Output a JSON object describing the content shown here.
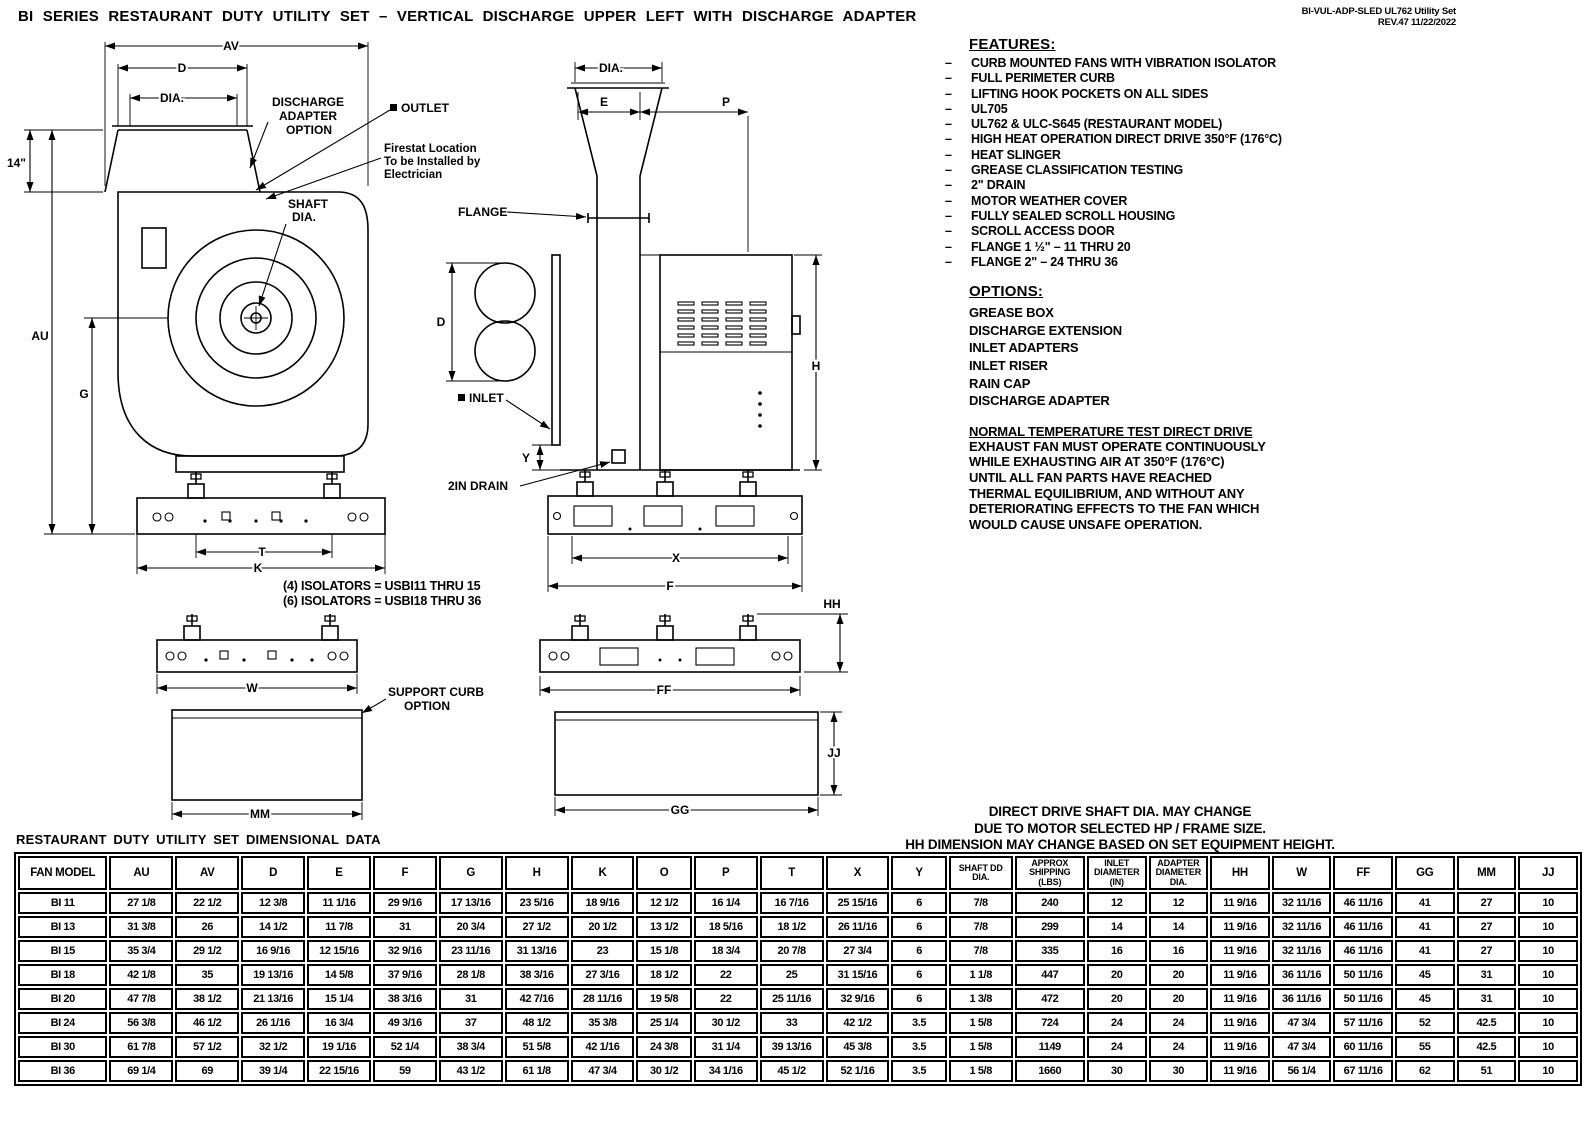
{
  "title": "BI SERIES RESTAURANT DUTY UTILITY SET – VERTICAL DISCHARGE UPPER LEFT WITH DISCHARGE ADAPTER",
  "doc_ref": {
    "line1": "BI-VUL-ADP-SLED UL762 Utility Set",
    "line2": "REV.47   11/22/2022"
  },
  "features": {
    "heading": "FEATURES:",
    "items": [
      "CURB MOUNTED FANS WITH VIBRATION ISOLATOR",
      "FULL PERIMETER CURB",
      "LIFTING HOOK POCKETS ON ALL SIDES",
      "UL705",
      "UL762 & ULC-S645 (RESTAURANT MODEL)",
      "HIGH HEAT OPERATION DIRECT DRIVE 350°F (176°C)",
      "HEAT SLINGER",
      "GREASE CLASSIFICATION TESTING",
      "2\" DRAIN",
      "MOTOR WEATHER COVER",
      "FULLY SEALED SCROLL HOUSING",
      "SCROLL ACCESS DOOR",
      "FLANGE 1 ½\" – 11 THRU 20",
      "FLANGE 2\" – 24 THRU 36"
    ]
  },
  "options": {
    "heading": "OPTIONS:",
    "items": [
      "GREASE BOX",
      "DISCHARGE EXTENSION",
      "INLET ADAPTERS",
      "INLET RISER",
      "RAIN CAP",
      "DISCHARGE ADAPTER"
    ]
  },
  "normal_temp_test": {
    "heading": "NORMAL TEMPERATURE TEST DIRECT DRIVE",
    "lines": [
      "EXHAUST FAN MUST OPERATE CONTINUOUSLY",
      "WHILE EXHAUSTING AIR AT 350°F (176°C)",
      "UNTIL ALL FAN PARTS HAVE REACHED",
      "THERMAL EQUILIBRIUM, AND WITHOUT ANY",
      "DETERIORATING EFFECTS TO THE FAN WHICH",
      "WOULD CAUSE UNSAFE OPERATION."
    ]
  },
  "shaft_note": {
    "lines": [
      "DIRECT DRIVE SHAFT DIA. MAY CHANGE",
      "DUE TO MOTOR SELECTED HP / FRAME SIZE.",
      "HH DIMENSION MAY CHANGE BASED ON SET EQUIPMENT HEIGHT."
    ]
  },
  "drawing": {
    "left_view": {
      "av": "AV",
      "d": "D",
      "dia": "DIA.",
      "h14": "14\"",
      "au": "AU",
      "g": "G",
      "t": "T",
      "k": "K",
      "discharge_adapter_l1": "DISCHARGE",
      "discharge_adapter_l2": "ADAPTER",
      "discharge_adapter_l3": "OPTION",
      "outlet": "OUTLET",
      "firestat_l1": "Firestat Location",
      "firestat_l2": "To be Installed by",
      "firestat_l3": "Electrician",
      "shaft_l1": "SHAFT",
      "shaft_l2": "DIA."
    },
    "side_view": {
      "dia": "DIA.",
      "e": "E",
      "p": "P",
      "flange": "FLANGE",
      "d": "D",
      "inlet": "INLET",
      "y": "Y",
      "drain": "2IN DRAIN",
      "h": "H",
      "x": "X",
      "f": "F"
    },
    "bottom_views": {
      "w": "W",
      "mm": "MM",
      "hh": "HH",
      "ff": "FF",
      "gg": "GG",
      "jj": "JJ"
    },
    "isolator_note_1": "(4) ISOLATORS = USBI11 THRU 15",
    "isolator_note_2": "(6) ISOLATORS = USBI18 THRU 36",
    "support_curb_l1": "SUPPORT CURB",
    "support_curb_l2": "OPTION"
  },
  "table": {
    "caption": "RESTAURANT DUTY UTILITY SET DIMENSIONAL DATA",
    "headers": [
      "FAN MODEL",
      "AU",
      "AV",
      "D",
      "E",
      "F",
      "G",
      "H",
      "K",
      "O",
      "P",
      "T",
      "X",
      "Y",
      "SHAFT DD DIA.",
      "APPROX SHIPPING (LBS)",
      "INLET DIAMETER (IN)",
      "ADAPTER DIAMETER DIA.",
      "HH",
      "W",
      "FF",
      "GG",
      "MM",
      "JJ"
    ],
    "rows": [
      [
        "BI 11",
        "27 1/8",
        "22 1/2",
        "12 3/8",
        "11 1/16",
        "29 9/16",
        "17 13/16",
        "23 5/16",
        "18 9/16",
        "12 1/2",
        "16 1/4",
        "16 7/16",
        "25 15/16",
        "6",
        "7/8",
        "240",
        "12",
        "12",
        "11 9/16",
        "32 11/16",
        "46 11/16",
        "41",
        "27",
        "10"
      ],
      [
        "BI 13",
        "31 3/8",
        "26",
        "14 1/2",
        "11 7/8",
        "31",
        "20 3/4",
        "27 1/2",
        "20 1/2",
        "13 1/2",
        "18 5/16",
        "18 1/2",
        "26 11/16",
        "6",
        "7/8",
        "299",
        "14",
        "14",
        "11 9/16",
        "32 11/16",
        "46 11/16",
        "41",
        "27",
        "10"
      ],
      [
        "BI 15",
        "35 3/4",
        "29 1/2",
        "16 9/16",
        "12 15/16",
        "32 9/16",
        "23 11/16",
        "31 13/16",
        "23",
        "15 1/8",
        "18 3/4",
        "20 7/8",
        "27 3/4",
        "6",
        "7/8",
        "335",
        "16",
        "16",
        "11 9/16",
        "32 11/16",
        "46 11/16",
        "41",
        "27",
        "10"
      ],
      [
        "BI 18",
        "42 1/8",
        "35",
        "19 13/16",
        "14 5/8",
        "37 9/16",
        "28 1/8",
        "38 3/16",
        "27 3/16",
        "18 1/2",
        "22",
        "25",
        "31 15/16",
        "6",
        "1 1/8",
        "447",
        "20",
        "20",
        "11 9/16",
        "36 11/16",
        "50 11/16",
        "45",
        "31",
        "10"
      ],
      [
        "BI 20",
        "47 7/8",
        "38 1/2",
        "21 13/16",
        "15 1/4",
        "38 3/16",
        "31",
        "42 7/16",
        "28 11/16",
        "19 5/8",
        "22",
        "25 11/16",
        "32 9/16",
        "6",
        "1 3/8",
        "472",
        "20",
        "20",
        "11 9/16",
        "36 11/16",
        "50 11/16",
        "45",
        "31",
        "10"
      ],
      [
        "BI 24",
        "56 3/8",
        "46 1/2",
        "26 1/16",
        "16 3/4",
        "49 3/16",
        "37",
        "48 1/2",
        "35 3/8",
        "25 1/4",
        "30 1/2",
        "33",
        "42 1/2",
        "3.5",
        "1 5/8",
        "724",
        "24",
        "24",
        "11 9/16",
        "47 3/4",
        "57 11/16",
        "52",
        "42.5",
        "10"
      ],
      [
        "BI 30",
        "61 7/8",
        "57 1/2",
        "32 1/2",
        "19 1/16",
        "52 1/4",
        "38 3/4",
        "51 5/8",
        "42 1/16",
        "24 3/8",
        "31 1/4",
        "39 13/16",
        "45 3/8",
        "3.5",
        "1 5/8",
        "1149",
        "24",
        "24",
        "11 9/16",
        "47 3/4",
        "60 11/16",
        "55",
        "42.5",
        "10"
      ],
      [
        "BI 36",
        "69 1/4",
        "69",
        "39 1/4",
        "22 15/16",
        "59",
        "43 1/2",
        "61 1/8",
        "47 3/4",
        "30 1/2",
        "34 1/16",
        "45 1/2",
        "52 1/16",
        "3.5",
        "1 5/8",
        "1660",
        "30",
        "30",
        "11 9/16",
        "56 1/4",
        "67 11/16",
        "62",
        "51",
        "10"
      ]
    ]
  }
}
